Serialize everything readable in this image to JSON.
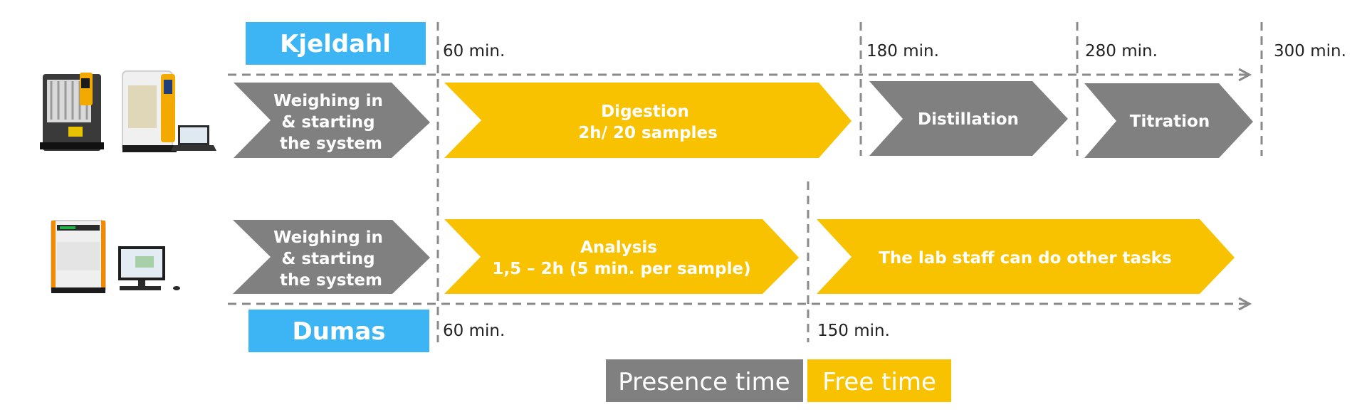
{
  "colors": {
    "presence": "#808080",
    "free": "#f8c200",
    "method_badge": "#3db5f5",
    "dashes": "#8a8a8a"
  },
  "kjeldahl": {
    "label": "Kjeldahl",
    "ticks": [
      "60 min.",
      "180 min.",
      "280 min.",
      "300 min."
    ],
    "steps": [
      {
        "lines": [
          "Weighing in",
          "& starting",
          "the system"
        ],
        "kind": "presence"
      },
      {
        "lines": [
          "Digestion",
          "2h/ 20 samples"
        ],
        "kind": "free"
      },
      {
        "lines": [
          "Distillation"
        ],
        "kind": "presence"
      },
      {
        "lines": [
          "Titration"
        ],
        "kind": "presence"
      }
    ]
  },
  "dumas": {
    "label": "Dumas",
    "ticks": [
      "60 min.",
      "150 min."
    ],
    "steps": [
      {
        "lines": [
          "Weighing in",
          "& starting",
          "the system"
        ],
        "kind": "presence"
      },
      {
        "lines": [
          "Analysis",
          "1,5 – 2h (5 min. per sample)"
        ],
        "kind": "free"
      },
      {
        "lines": [
          "The lab staff can do other tasks"
        ],
        "kind": "free"
      }
    ]
  },
  "legend": {
    "presence": "Presence time",
    "free": "Free time"
  },
  "icons": {
    "kjeldahl": [
      "digestion-unit-icon",
      "distillation-unit-icon",
      "laptop-icon"
    ],
    "dumas": [
      "dumas-analyzer-icon",
      "desktop-computer-icon"
    ]
  }
}
